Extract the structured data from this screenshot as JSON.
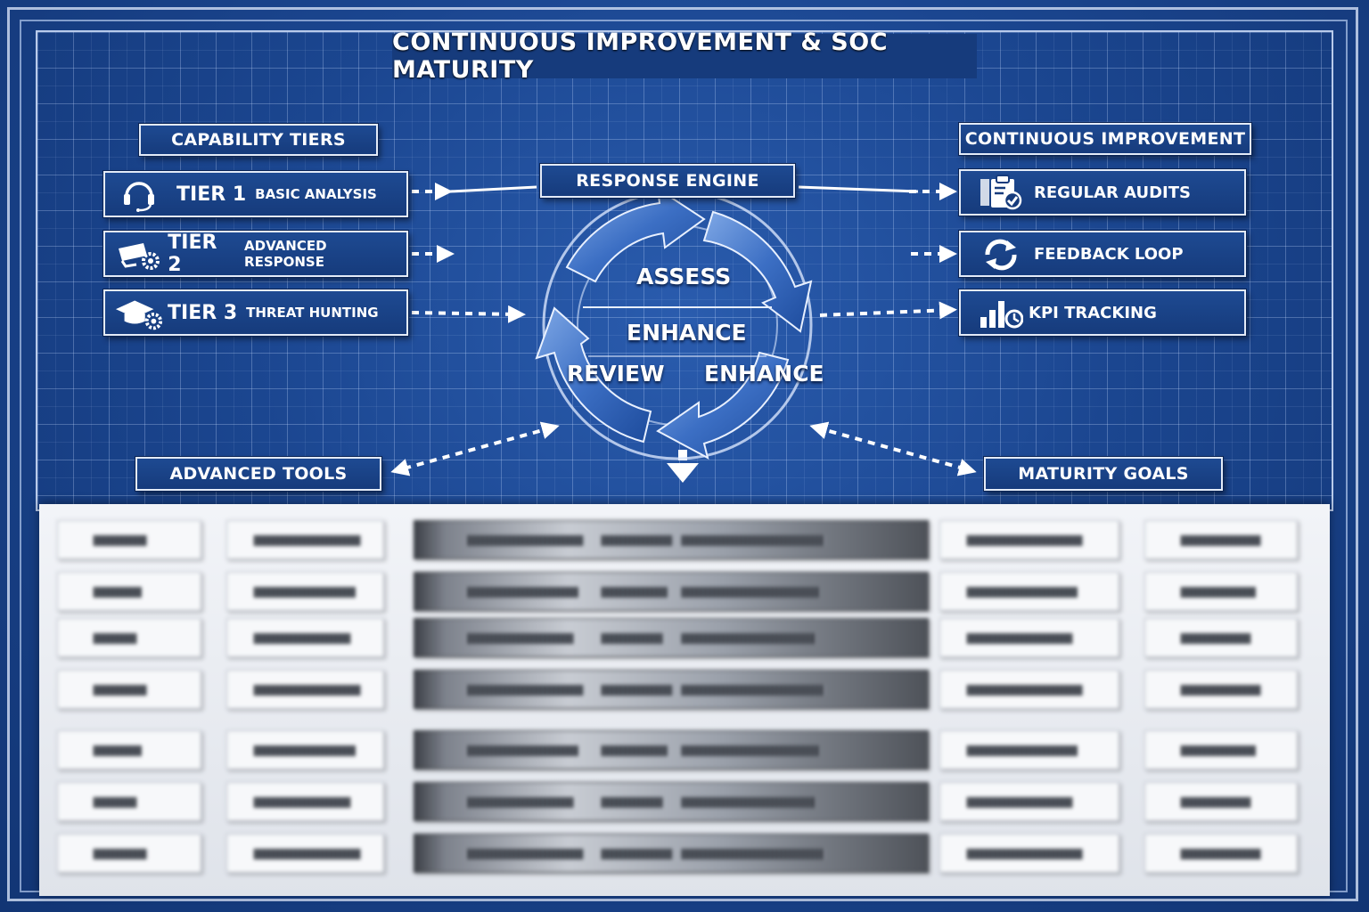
{
  "title": "CONTINUOUS IMPROVEMENT & SOC MATURITY",
  "capability_tiers": {
    "header": "CAPABILITY TIERS",
    "items": [
      {
        "tier": "TIER 1",
        "label": "BASIC ANALYSIS",
        "icon": "headset-icon"
      },
      {
        "tier": "TIER 2",
        "label": "ADVANCED RESPONSE",
        "icon": "camera-gear-icon"
      },
      {
        "tier": "TIER 3",
        "label": "THREAT HUNTING",
        "icon": "graduation-cap-gear-icon"
      }
    ]
  },
  "response_engine": {
    "header": "RESPONSE ENGINE",
    "cycle": {
      "top": "ASSESS",
      "center": "ENHANCE",
      "bottom_left": "REVIEW",
      "bottom_right": "ENHANCE"
    }
  },
  "continuous_improvement": {
    "header": "CONTINUOUS IMPROVEMENT",
    "items": [
      {
        "label": "REGULAR AUDITS",
        "icon": "clipboard-check-icon"
      },
      {
        "label": "FEEDBACK LOOP",
        "icon": "cycle-arrows-icon"
      },
      {
        "label": "KPI TRACKING",
        "icon": "bar-chart-icon"
      }
    ]
  },
  "advanced_tools": {
    "header": "ADVANCED TOOLS"
  },
  "maturity_goals": {
    "header": "MATURITY GOALS"
  },
  "colors": {
    "background": "#1b4690",
    "box": "#163b7c",
    "border": "#e3ebf8",
    "text": "#ffffff"
  }
}
